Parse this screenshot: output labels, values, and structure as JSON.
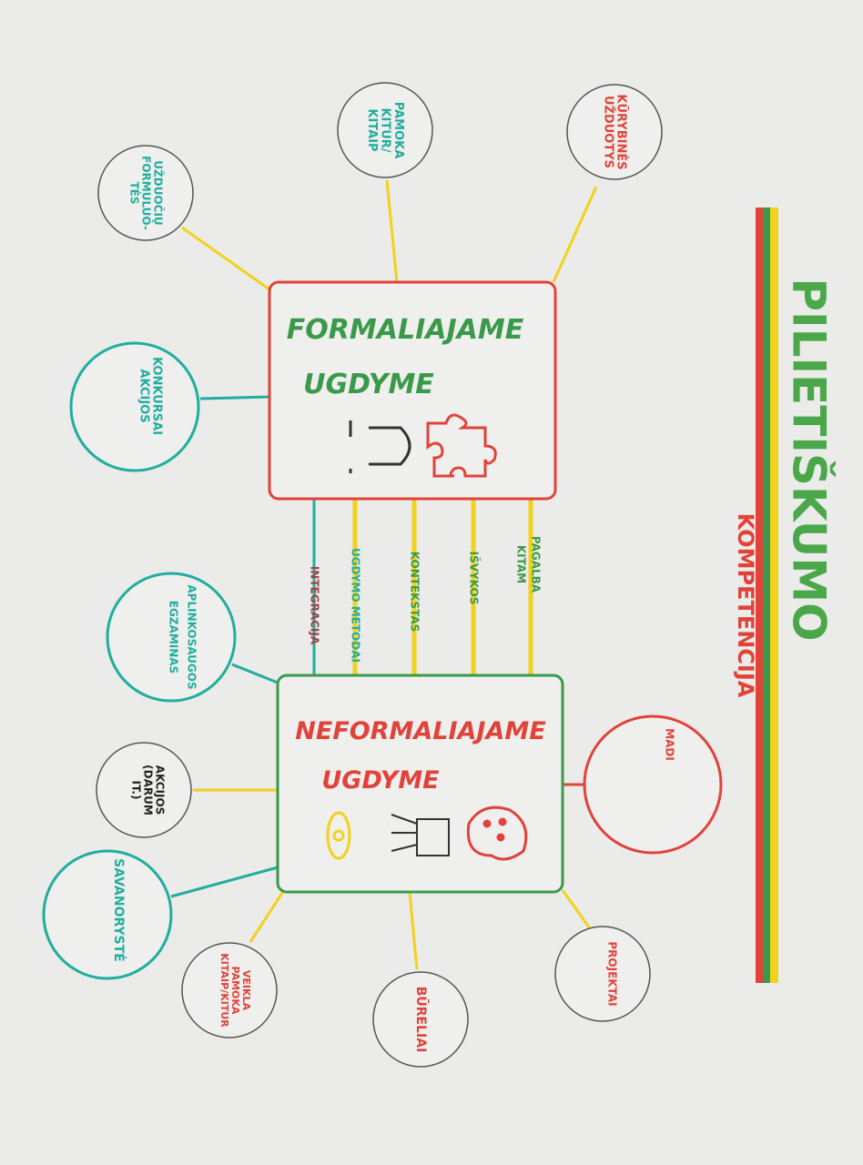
{
  "title": {
    "main": "PILIETIŠKUMO",
    "sub": "KOMPETENCIJA"
  },
  "colors": {
    "red": "#e0433a",
    "green": "#3a9a4a",
    "yellow": "#f2d21a",
    "teal": "#1fae9f",
    "gray": "#666666",
    "paper": "#ececea"
  },
  "formal": {
    "line1": "FORMALIAJAME",
    "line2": "UGDYME"
  },
  "nonformal": {
    "line1": "NEFORMALIAJAME",
    "line2": "UGDYME"
  },
  "formal_nodes": [
    {
      "lines": [
        "UŽDUOČIŲ",
        "FORMULUO-",
        "TĖS"
      ]
    },
    {
      "lines": [
        "PAMOKA",
        "KITUR/",
        "KITAIP"
      ]
    },
    {
      "lines": [
        "KŪRYBINĖS",
        "UŽDUOTYS"
      ]
    },
    {
      "lines": [
        "KONKURSAI",
        "AKCIJOS"
      ]
    }
  ],
  "bridges": [
    {
      "lines": [
        "INTEGRACIJA"
      ]
    },
    {
      "lines": [
        "UGDYMO METODAI"
      ]
    },
    {
      "lines": [
        "KONTEKSTAS"
      ]
    },
    {
      "lines": [
        "IŠVYKOS"
      ]
    },
    {
      "lines": [
        "PAGALBA",
        "KITAM"
      ]
    }
  ],
  "nonformal_nodes": [
    {
      "lines": [
        "APLINKOSAUGOS",
        "EGZAMINAS"
      ]
    },
    {
      "lines": [
        "AKCIJOS",
        "(DARUM",
        "IT.)"
      ]
    },
    {
      "lines": [
        "SAVANORYSTĖ"
      ]
    },
    {
      "lines": [
        "VEIKLA",
        "PAMOKA",
        "KITAIP/KITUR"
      ]
    },
    {
      "lines": [
        "BŪRELIAI"
      ]
    },
    {
      "lines": [
        "PROJEKTAI"
      ]
    },
    {
      "lines": [
        "MADI"
      ]
    }
  ]
}
